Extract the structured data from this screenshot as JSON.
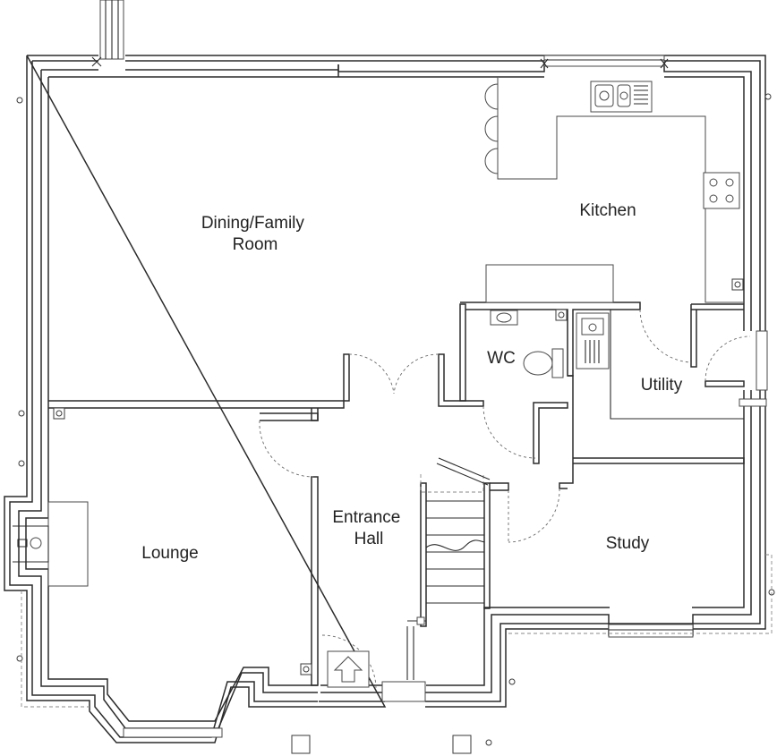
{
  "plan": {
    "rooms": [
      {
        "id": "dining-family",
        "lines": [
          "Dining/Family",
          "Room"
        ]
      },
      {
        "id": "kitchen",
        "lines": [
          "Kitchen"
        ]
      },
      {
        "id": "wc",
        "lines": [
          "WC"
        ]
      },
      {
        "id": "utility",
        "lines": [
          "Utility"
        ]
      },
      {
        "id": "lounge",
        "lines": [
          "Lounge"
        ]
      },
      {
        "id": "entrance-hall",
        "lines": [
          "Entrance",
          "Hall"
        ]
      },
      {
        "id": "study",
        "lines": [
          "Study"
        ]
      }
    ]
  },
  "colors": {
    "wall": "#2b2b2b",
    "label": "#222222",
    "background": "#ffffff"
  }
}
